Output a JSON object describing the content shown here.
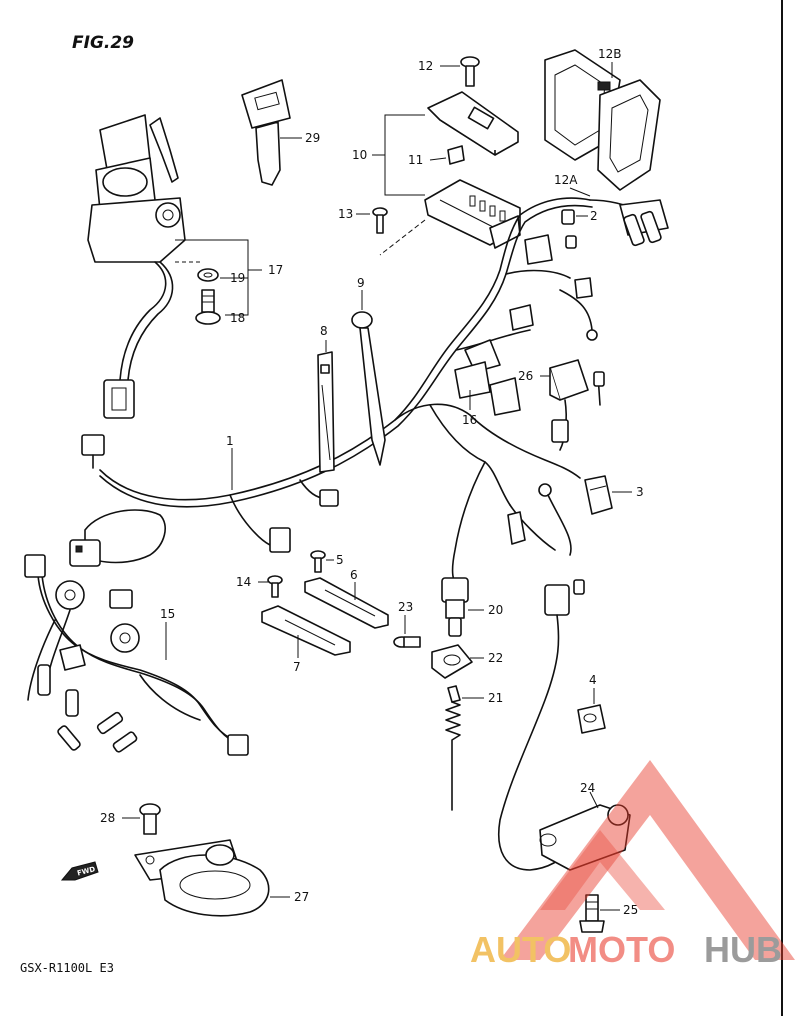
{
  "figure_label": "FIG.29",
  "model_label": "GSX-R1100L E3",
  "fwd_label": "FWD",
  "watermark": {
    "part1": "AUTO",
    "part2": "MOTO",
    "part3": "HUB"
  },
  "callouts": {
    "c1": "1",
    "c2": "2",
    "c3": "3",
    "c4": "4",
    "c5": "5",
    "c6": "6",
    "c7": "7",
    "c8": "8",
    "c9": "9",
    "c10": "10",
    "c11": "11",
    "c12": "12",
    "c12a": "12A",
    "c12b": "12B",
    "c13": "13",
    "c14": "14",
    "c15": "15",
    "c16": "16",
    "c17": "17",
    "c18": "18",
    "c19": "19",
    "c20": "20",
    "c21": "21",
    "c22": "22",
    "c23": "23",
    "c24": "24",
    "c25": "25",
    "c26": "26",
    "c27": "27",
    "c28": "28",
    "c29": "29"
  },
  "colors": {
    "line": "#111111",
    "watermark_orange": "#f0b84a",
    "watermark_red": "#f07a70",
    "watermark_gray": "#8a8a8a",
    "triangle": "#e83a2a"
  }
}
